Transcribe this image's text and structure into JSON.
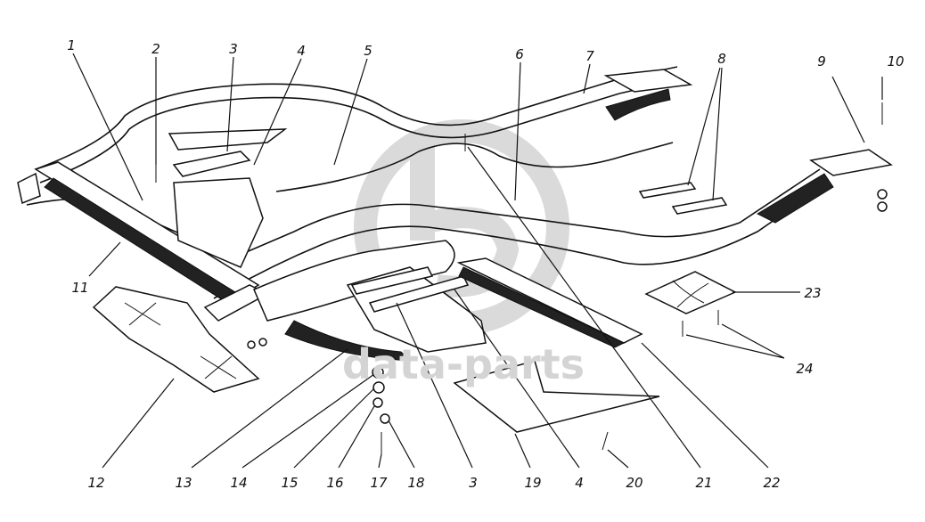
{
  "watermark": {
    "text": "data-parts",
    "color": "#d4d4d4"
  },
  "callouts": [
    {
      "id": "c1",
      "label": "1"
    },
    {
      "id": "c2",
      "label": "2"
    },
    {
      "id": "c3",
      "label": "3"
    },
    {
      "id": "c4",
      "label": "4"
    },
    {
      "id": "c5",
      "label": "5"
    },
    {
      "id": "c6",
      "label": "6"
    },
    {
      "id": "c7",
      "label": "7"
    },
    {
      "id": "c8",
      "label": "8"
    },
    {
      "id": "c9",
      "label": "9"
    },
    {
      "id": "c10",
      "label": "10"
    },
    {
      "id": "c11",
      "label": "11"
    },
    {
      "id": "c12",
      "label": "12"
    },
    {
      "id": "c13",
      "label": "13"
    },
    {
      "id": "c14",
      "label": "14"
    },
    {
      "id": "c15",
      "label": "15"
    },
    {
      "id": "c16",
      "label": "16"
    },
    {
      "id": "c17",
      "label": "17"
    },
    {
      "id": "c18",
      "label": "18"
    },
    {
      "id": "c3b",
      "label": "3"
    },
    {
      "id": "c19",
      "label": "19"
    },
    {
      "id": "c4b",
      "label": "4"
    },
    {
      "id": "c20",
      "label": "20"
    },
    {
      "id": "c21",
      "label": "21"
    },
    {
      "id": "c22",
      "label": "22"
    },
    {
      "id": "c23",
      "label": "23"
    },
    {
      "id": "c24",
      "label": "24"
    }
  ]
}
